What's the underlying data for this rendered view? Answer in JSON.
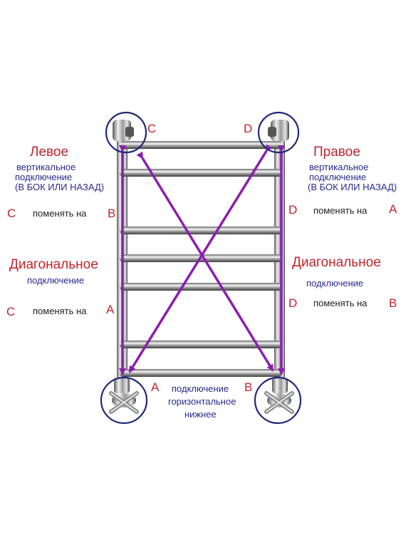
{
  "left_block": {
    "title": "Левое",
    "line1": "вертикальное",
    "line2": "подключение",
    "line3": "(В БОК ИЛИ НАЗАД)",
    "row": {
      "from": "C",
      "text": "поменять на",
      "to": "B"
    }
  },
  "right_block": {
    "title": "Правое",
    "line1": "вертикальное",
    "line2": "подключение",
    "line3": "(В БОК ИЛИ НАЗАД)",
    "row": {
      "from": "D",
      "text": "поменять на",
      "to": "A"
    }
  },
  "diag_left": {
    "title": "Диагональное",
    "sub": "подключение",
    "row": {
      "from": "C",
      "text": "поменять на",
      "to": "A"
    }
  },
  "diag_right": {
    "title": "Диагональное",
    "sub": "подключение",
    "row": {
      "from": "D",
      "text": "поменять на",
      "to": "B"
    }
  },
  "bottom": {
    "line1": "подключение",
    "line2": "горизонтальное",
    "line3": "нижнее"
  },
  "points": {
    "top_left": "C",
    "top_right": "D",
    "bottom_left": "A",
    "bottom_right": "B"
  },
  "colors": {
    "red": "#c0262e",
    "blue": "#2a2a8c",
    "arrow": "#8b1fae",
    "circle": "#1f2a7a"
  },
  "icons": [
    "towel-rail",
    "valve-cross-handle",
    "arrow"
  ]
}
